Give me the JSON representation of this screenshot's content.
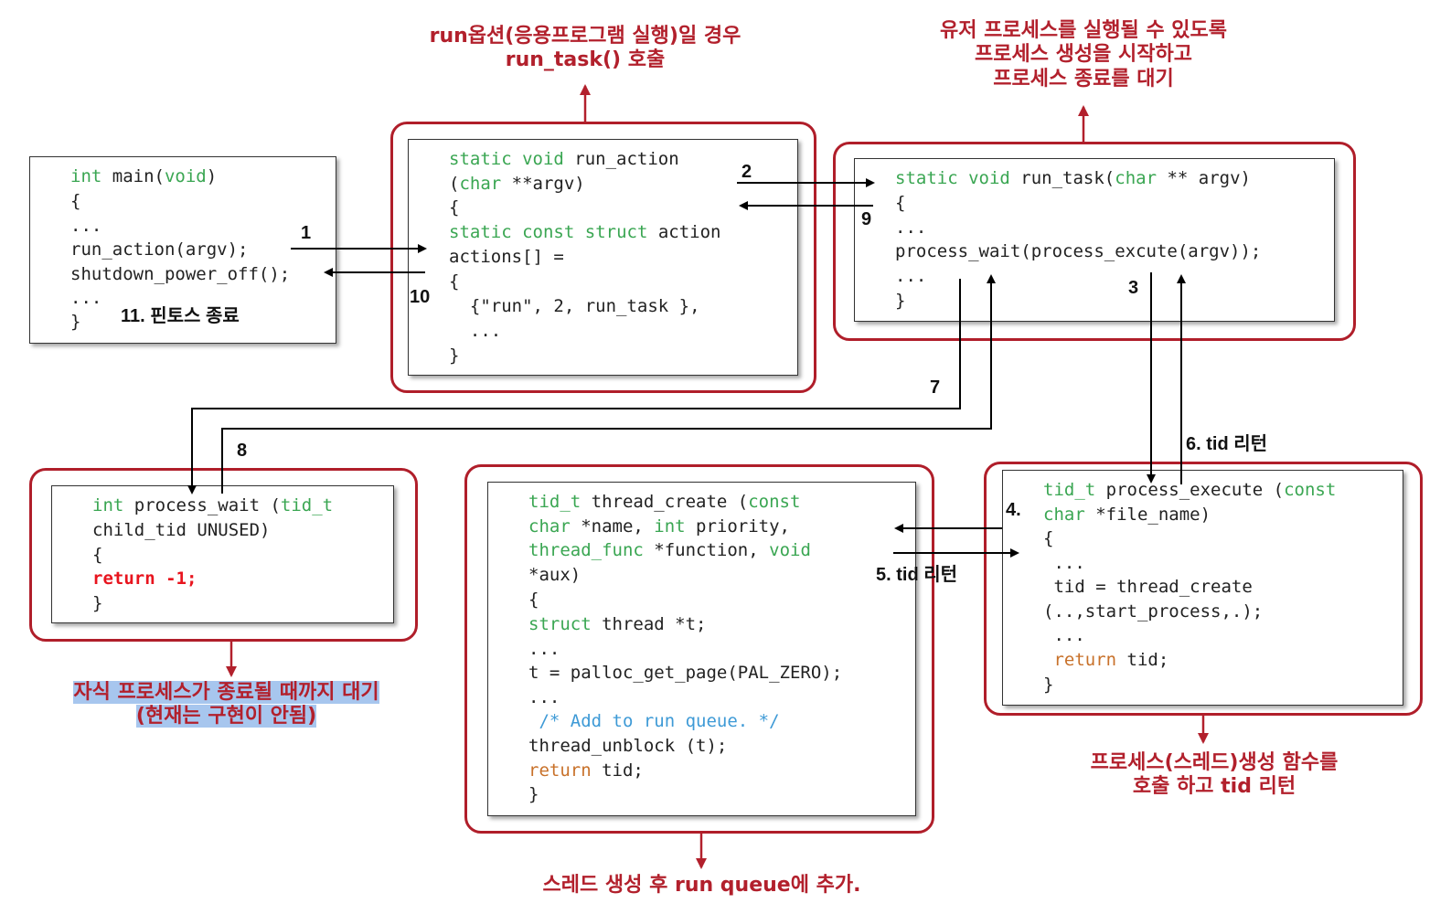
{
  "annotations": {
    "run_action": [
      "run옵션(응용프로그램 실행)일 경우",
      "run_task() 호출"
    ],
    "run_task": [
      "유저 프로세스를 실행될 수 있도록",
      "프로세스 생성을 시작하고",
      "프로세스 종료를 대기"
    ],
    "process_wait": [
      "자식 프로세스가 종료될 때까지 대기",
      "(현재는 구현이 안됨)"
    ],
    "thread_create": [
      "스레드 생성 후 run queue에 추가."
    ],
    "process_execute": [
      "프로세스(스레드)생성 함수를",
      "호출 하고 tid 리턴"
    ]
  },
  "steps": {
    "s1": "1",
    "s2": "2",
    "s3": "3",
    "s4": "4.",
    "s5": "5. tid 리턴",
    "s6": "6. tid 리턴",
    "s7": "7",
    "s8": "8",
    "s9": "9",
    "s10": "10",
    "s11": "11. 핀토스 종료"
  },
  "code": {
    "main": {
      "l1a": "int",
      "l1b": " main(",
      "l1c": "void",
      "l1d": ")",
      "l2": "{",
      "l3": "...",
      "l4": "run_action(argv);",
      "l5": "shutdown_power_off();",
      "l6": "...",
      "l7": "}"
    },
    "run_action": {
      "l1a": "static",
      "l1b": " ",
      "l1c": "void",
      "l1d": " run_action",
      "l2a": "(",
      "l2b": "char",
      "l2c": " **argv)",
      "l3": "{",
      "l4a": "static",
      "l4b": " ",
      "l4c": "const",
      "l4d": " ",
      "l4e": "struct",
      "l4f": " action",
      "l5": "actions[] =",
      "l6": "{",
      "l7": "  {\"run\", 2, run_task },",
      "l8": "  ...",
      "l9": "}"
    },
    "run_task": {
      "l1a": "static",
      "l1b": " ",
      "l1c": "void",
      "l1d": " run_task(",
      "l1e": "char",
      "l1f": " ** argv)",
      "l2": "{",
      "l3": "...",
      "l4": "process_wait(process_excute(argv));",
      "l5": "...",
      "l6": "}"
    },
    "process_wait": {
      "l1a": "int",
      "l1b": " process_wait (",
      "l1c": "tid_t",
      "l2": "child_tid UNUSED)",
      "l3": "{",
      "l4": "return -1;",
      "l5": "}"
    },
    "thread_create": {
      "l1a": "tid_t",
      "l1b": " thread_create (",
      "l1c": "const",
      "l2a": "char",
      "l2b": " *name, ",
      "l2c": "int",
      "l2d": " priority,",
      "l3a": "thread_func",
      "l3b": " *function, ",
      "l3c": "void",
      "l4": "*aux)",
      "l5": "{",
      "l6a": "struct",
      "l6b": " thread *t;",
      "l7": "...",
      "l8": "t = palloc_get_page(PAL_ZERO);",
      "l9": "...",
      "l10": " /* Add to run queue. */",
      "l11": "thread_unblock (t);",
      "l12a": "return",
      "l12b": " tid;",
      "l13": "}"
    },
    "process_execute": {
      "l1a": "tid_t",
      "l1b": " process_execute (",
      "l1c": "const",
      "l2a": "char",
      "l2b": " *file_name)",
      "l3": "{",
      "l4": " ...",
      "l5": " tid = thread_create",
      "l6": "(..,start_process,.);",
      "l7": " ...",
      "l8a": " return",
      "l8b": " tid;",
      "l9": "}"
    }
  }
}
